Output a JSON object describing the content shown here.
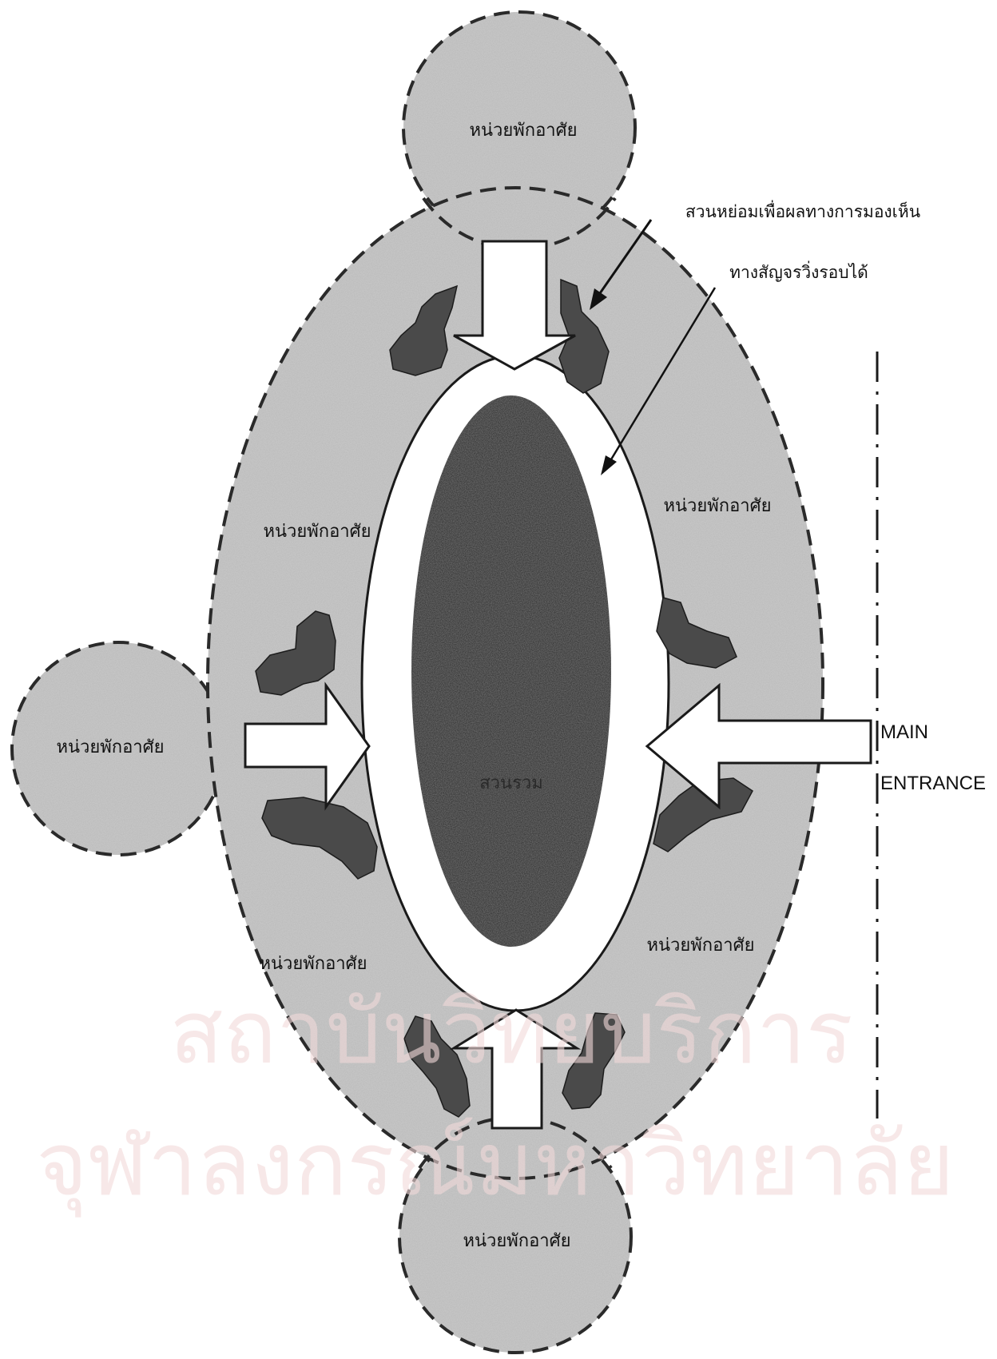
{
  "diagram": {
    "units": {
      "top": "หน่วยพักอาศัย",
      "upper_left": "หน่วยพักอาศัย",
      "upper_right": "หน่วยพักอาศัย",
      "left": "หน่วยพักอาศัย",
      "lower_left": "หน่วยพักอาศัย",
      "lower_right": "หน่วยพักอาศัย",
      "bottom": "หน่วยพักอาศัย"
    },
    "center_label": "สวนรวม",
    "callouts": {
      "garden_visual": "สวนหย่อมเพื่อผลทางการมองเห็น",
      "loop_path": "ทางสัญจรวิ่งรอบได้"
    },
    "entrance": {
      "line1": "MAIN",
      "line2": "ENTRANCE"
    },
    "watermark": {
      "line1": "สถาบันวิทยบริการ",
      "line2": "จุฬาลงกรณ์มหาวิทยาลัย"
    },
    "colors": {
      "zone_fill": "#c6c6c6",
      "park_fill": "#3e3e3e",
      "path_fill": "#ffffff",
      "blob_fill": "#4a4a4a",
      "outline": "#2a2a2a",
      "watermark": "#f2dada"
    }
  }
}
